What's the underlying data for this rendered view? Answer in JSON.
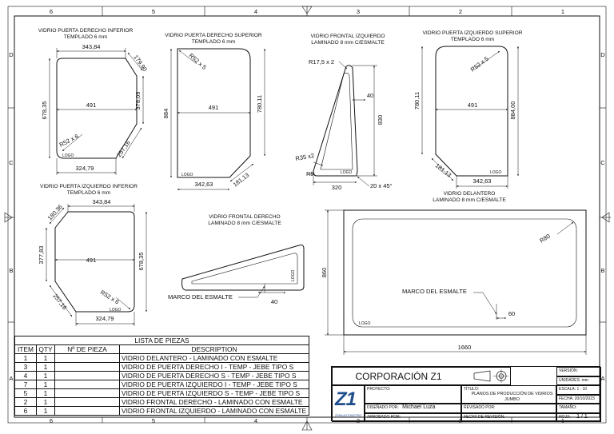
{
  "border": {
    "top_cols": [
      "6",
      "5",
      "4",
      "3",
      "2",
      "1"
    ],
    "bottom_cols": [
      "6",
      "5",
      "4",
      "3",
      "2",
      "1"
    ],
    "rows": [
      "D",
      "C",
      "B",
      "A"
    ]
  },
  "parts": {
    "p1": {
      "title1": "VIDRIO PUERTA DERECHO INFERIOR",
      "title2": "TEMPLADO 6 mm",
      "dims": {
        "top": "343,84",
        "chamfer": "179,90",
        "left": "678,35",
        "right": "378,09",
        "mid": "491",
        "radius": "R52 x 6",
        "chamfer2": "257,16",
        "bottom": "324,79"
      },
      "logo": "LOGO"
    },
    "p2": {
      "title1": "VIDRIO PUERTA DERECHO SUPERIOR",
      "title2": "TEMPLADO 6 mm",
      "dims": {
        "radius": "R52 x 5",
        "left": "884",
        "mid": "491",
        "right": "780,11",
        "bottom": "342,63",
        "chamfer": "181,13"
      },
      "logo": "LOGO"
    },
    "p3": {
      "title1": "VIDRIO FRONTAL IZQUIERDO",
      "title2": "LAMINADO 8 mm C/ESMALTE",
      "dims": {
        "r_top": "R17,5 x 2",
        "w40": "40",
        "h830": "830",
        "r35": "R35 x2",
        "r5": "R5",
        "bottom": "320",
        "chamfer": "20 x 45°"
      },
      "logo": "LOGO"
    },
    "p4": {
      "title1": "VIDRIO PUERTA IZQUIERDO SUPERIOR",
      "title2": "TEMPLADO 6 mm",
      "dims": {
        "radius": "R52 x 5",
        "left": "780,11",
        "mid": "491",
        "right": "884,00",
        "chamfer": "181,13",
        "bottom": "342,63"
      },
      "logo": "LOGO"
    },
    "p5": {
      "title1": "VIDRIO PUERTA IZQUIERDO INFERIOR",
      "title2": "TEMPLADO 6 mm",
      "dims": {
        "top": "343,84",
        "chamfer": "180,36",
        "left": "377,83",
        "mid": "491",
        "right": "678,35",
        "chamfer2": "257,16",
        "radius": "R52 x 6",
        "bottom": "324,79"
      },
      "logo": "LOGO"
    },
    "p6": {
      "title1": "VIDRIO FRONTAL DERECHO",
      "title2": "LAMINADO 8 mm C/ESMALTE",
      "dims": {
        "marco": "MARCO DEL ESMALTE",
        "w40": "40"
      },
      "logo": "LOGO"
    },
    "p7": {
      "title1": "VIDRIO DELANTERO",
      "title2": "LAMINADO 8 mm C/ESMALTE",
      "dims": {
        "radius": "R80",
        "height": "860",
        "marco": "MARCO DEL ESMALTE",
        "w60": "60",
        "width": "1660"
      },
      "logo": "LOGO"
    }
  },
  "bom": {
    "caption": "LISTA DE PIEZAS",
    "headers": [
      "ITEM",
      "QTY",
      "Nº DE PIEZA",
      "DESCRIPTION"
    ],
    "rows": [
      {
        "item": "1",
        "qty": "1",
        "piece": "",
        "desc": "VIDRIO DELANTERO - LAMINADO CON ESMALTE"
      },
      {
        "item": "3",
        "qty": "1",
        "piece": "",
        "desc": "VIDRIO DE PUERTA DERECHO I - TEMP - JEBE TIPO S"
      },
      {
        "item": "4",
        "qty": "1",
        "piece": "",
        "desc": "VIDRIO DE PUERTA DERECHO S - TEMP - JEBE TIPO S"
      },
      {
        "item": "7",
        "qty": "1",
        "piece": "",
        "desc": "VIDRIO DE PUERTA IZQUIERDO I - TEMP - JEBE TIPO S"
      },
      {
        "item": "5",
        "qty": "1",
        "piece": "",
        "desc": "VIDRIO DE PUERTA IZQUIERDO S - TEMP - JEBE TIPO S"
      },
      {
        "item": "2",
        "qty": "1",
        "piece": "",
        "desc": "VIDRIO FRONTAL DERECHO - LAMINADO CON ESMALTE"
      },
      {
        "item": "6",
        "qty": "1",
        "piece": "",
        "desc": "VIDRIO FRONTAL IZQUIERDO - LAMINADO CON ESMALTE"
      }
    ]
  },
  "titleblock": {
    "company": "CORPORACIÓN Z1",
    "logo_text": "Z1",
    "logo_sub": "ZONA AUTOMOTRIZ",
    "proyecto_label": "PROYECTO:",
    "proyecto_value": "",
    "titulo_label": "TÍTULO:",
    "titulo_value": "PLANOS DE PRODUCCIÓN DE VIDRIOS JUMBO",
    "disenado_label": "DISEÑADO POR:",
    "disenado_value": "Michael Luza",
    "revisado_label": "REVISADO POR:",
    "revisado_value": "",
    "aprobado_label": "APROBADO POR:",
    "aprobado_value": "",
    "fecha_rev_label": "FECHA DE REVISIÓN:",
    "fecha_rev_value": "",
    "version_label": "VERSIÓN:",
    "version_value": "",
    "unidades_label": "UNIDADES:",
    "unidades_value": "mm",
    "escala_label": "ESCALA:",
    "escala_value": "1 : 10",
    "fecha_label": "FECHA:",
    "fecha_value": "20/10/2023",
    "tamano_label": "TAMAÑO:",
    "tamano_value": "",
    "hoja_label": "HOJA:",
    "hoja_value": "1 / 1"
  }
}
